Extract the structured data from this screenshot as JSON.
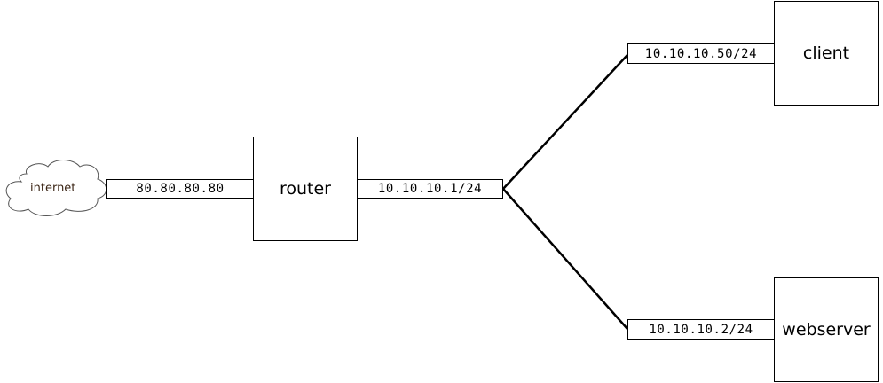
{
  "nodes": {
    "internet": {
      "label": "internet"
    },
    "router": {
      "label": "router"
    },
    "client": {
      "label": "client"
    },
    "webserver": {
      "label": "webserver"
    }
  },
  "interfaces": {
    "router_wan": "80.80.80.80",
    "router_lan": "10.10.10.1/24",
    "client": "10.10.10.50/24",
    "webserver": "10.10.10.2/24"
  },
  "colors": {
    "line": "#000000",
    "cloud_text": "#3a2414",
    "background": "#ffffff"
  }
}
